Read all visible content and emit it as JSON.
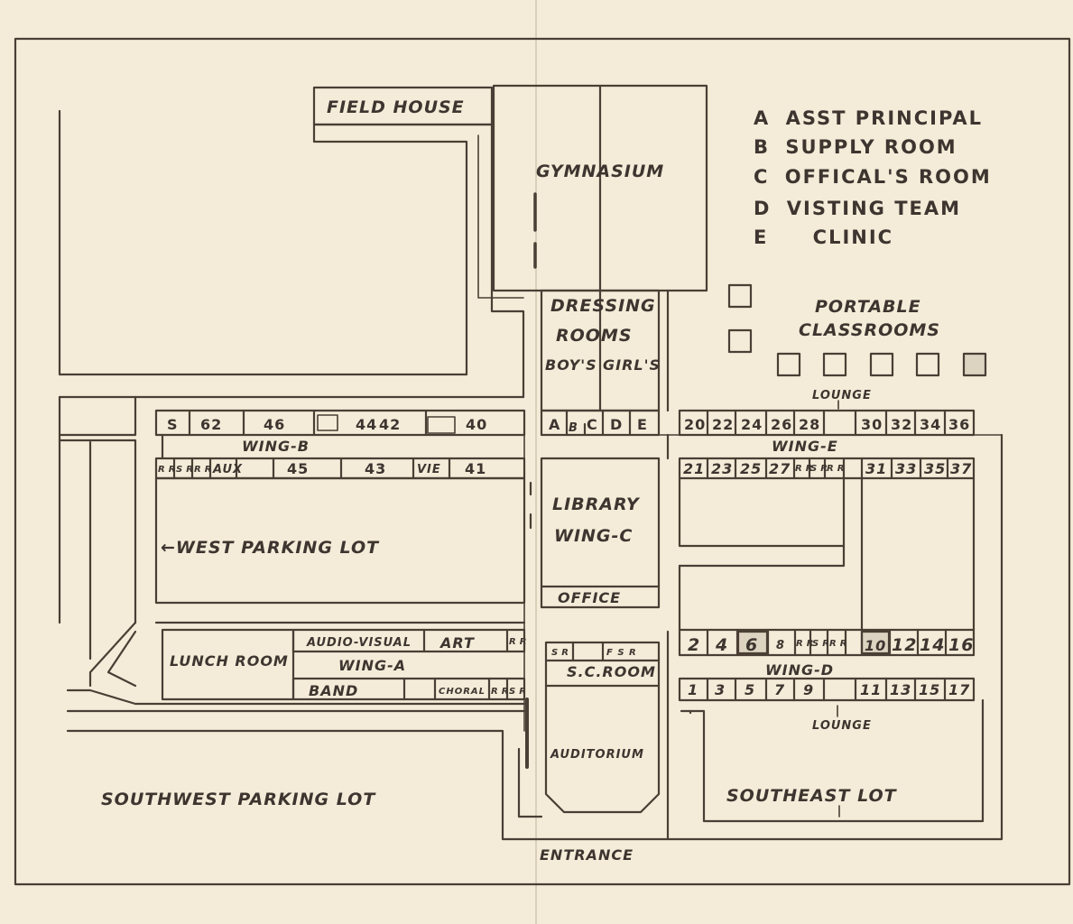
{
  "field_house": "FIELD HOUSE",
  "gymnasium": "GYMNASIUM",
  "dressing_rooms": {
    "line1": "DRESSING",
    "line2": "ROOMS",
    "boys": "BOY'S",
    "girls": "GIRL'S"
  },
  "legend": [
    {
      "key": "A",
      "label": "ASST PRINCIPAL"
    },
    {
      "key": "B",
      "label": "SUPPLY ROOM"
    },
    {
      "key": "C",
      "label": "OFFICAL'S ROOM"
    },
    {
      "key": "D",
      "label": "VISTING TEAM"
    },
    {
      "key": "E",
      "label": "CLINIC"
    }
  ],
  "portable": {
    "line1": "PORTABLE",
    "line2": "CLASSROOMS"
  },
  "lounge_north": "LOUNGE",
  "lounge_south": "LOUNGE",
  "wing_b": {
    "label": "WING-B",
    "north_rooms": [
      "S",
      "62",
      "46",
      "44",
      "42",
      "40"
    ],
    "south_rooms": [
      "R R",
      "S R",
      "R R",
      "AUX",
      "45",
      "43",
      "VIE",
      "41"
    ]
  },
  "core_rooms": [
    "A",
    "B",
    "C",
    "D",
    "E"
  ],
  "wing_c": {
    "library": "LIBRARY",
    "wing": "WING-C",
    "office": "OFFICE"
  },
  "wing_e": {
    "label": "WING-E",
    "north_rooms": [
      "20",
      "22",
      "24",
      "26",
      "28",
      "30",
      "32",
      "34",
      "36"
    ],
    "south_rooms": [
      "21",
      "23",
      "25",
      "27",
      "R R",
      "S R",
      "R R",
      "31",
      "33",
      "35",
      "37"
    ]
  },
  "west_lot": "←WEST PARKING LOT",
  "wing_a": {
    "label": "WING-A",
    "lunch": "LUNCH ROOM",
    "audio_visual": "AUDIO-VISUAL",
    "art": "ART",
    "rr": "R R",
    "band": "BAND",
    "choral": "CHORAL",
    "rr2": "R R",
    "sr2": "S R"
  },
  "sc_block": {
    "sr": "S R",
    "fsr": "F S R",
    "sc_room": "S.C.ROOM",
    "auditorium": "AUDITORIUM"
  },
  "wing_d": {
    "label": "WING-D",
    "north_rooms": [
      "2",
      "4",
      "6",
      "8",
      "R R",
      "S R",
      "R R",
      "10",
      "12",
      "14",
      "16"
    ],
    "south_rooms": [
      "1",
      "3",
      "5",
      "7",
      "9",
      "11",
      "13",
      "15",
      "17"
    ]
  },
  "southwest_lot": "SOUTHWEST PARKING LOT",
  "southeast_lot": "SOUTHEAST LOT",
  "entrance": "ENTRANCE"
}
